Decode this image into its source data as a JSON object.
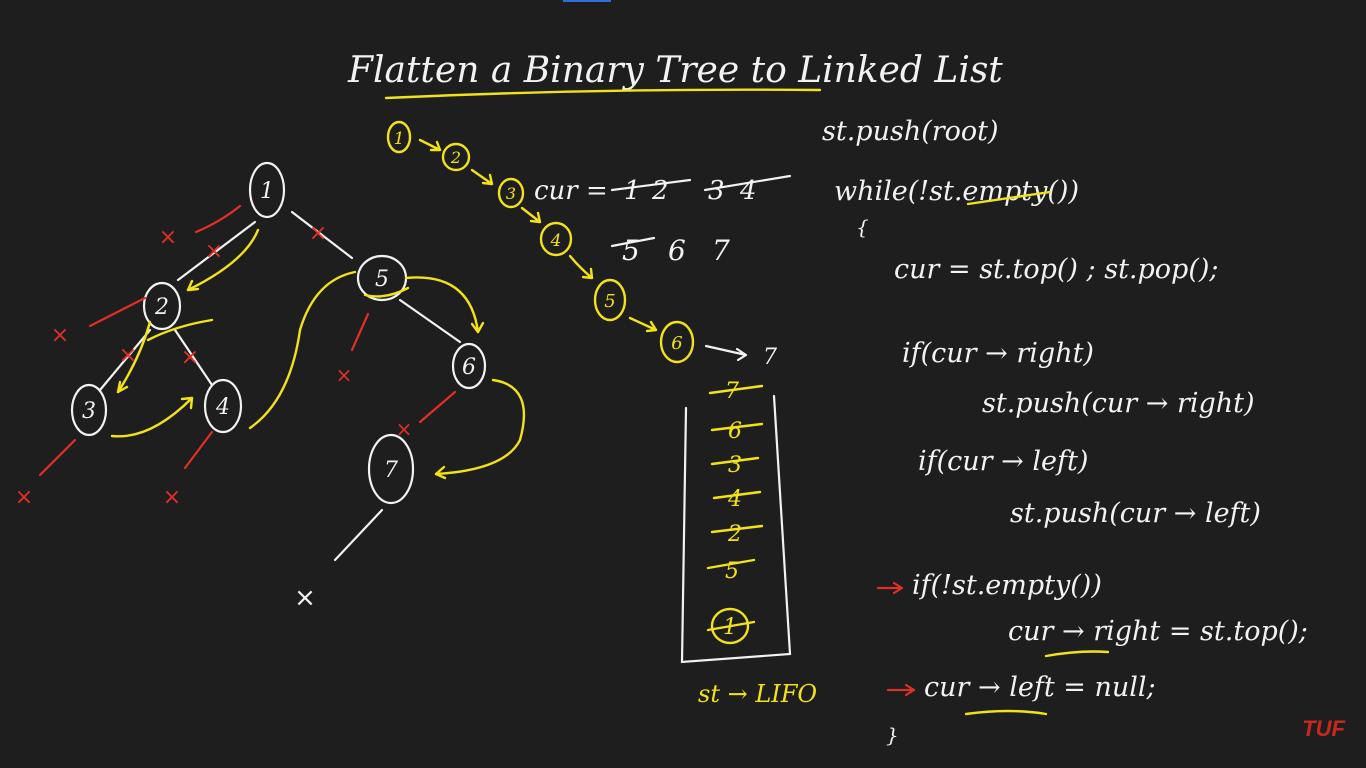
{
  "title": "Flatten a Binary Tree to Linked List",
  "tree_nodes": [
    "1",
    "2",
    "3",
    "4",
    "5",
    "6",
    "7"
  ],
  "null_mark": "×",
  "flattened_chain": [
    "1",
    "2",
    "3",
    "4",
    "5",
    "6"
  ],
  "flattened_tail": "7",
  "cur_label": "cur =",
  "cur_history": {
    "row1": [
      "1",
      "2",
      "3",
      "4"
    ],
    "row2": [
      "5",
      "6",
      "7"
    ]
  },
  "stack_items": [
    "7",
    "6",
    "3",
    "4",
    "2",
    "5",
    "1"
  ],
  "stack_caption": "st → LIFO",
  "code_lines": [
    "st.push(root)",
    "while(!st.empty())",
    "{",
    "cur = st.top() ; st.pop();",
    "if(cur → right)",
    "st.push(cur → right)",
    "if(cur → left)",
    "st.push(cur → left)",
    "if(!st.empty())",
    "cur → right = st.top();",
    "cur → left = null;",
    "}"
  ],
  "watermark": "TUF",
  "colors": {
    "background": "#1e1e1e",
    "chalk": "#f2f2f2",
    "highlight": "#f3e21a",
    "strike": "#e03026",
    "brand": "#c7281e"
  }
}
